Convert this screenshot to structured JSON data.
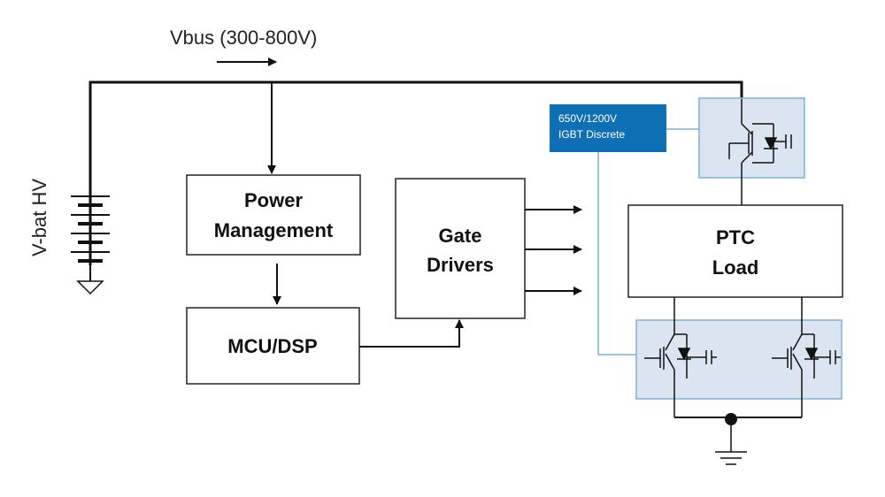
{
  "vbus_label": "Vbus (300-800V)",
  "battery_label": "V-bat HV",
  "blocks": {
    "power_management": [
      "Power",
      "Management"
    ],
    "mcu_dsp": "MCU/DSP",
    "gate_drivers": [
      "Gate",
      "Drivers"
    ],
    "ptc_load": [
      "PTC",
      "Load"
    ]
  },
  "callout": [
    "650V/1200V",
    "IGBT Discrete"
  ],
  "colors": {
    "igbt_fill": "#dbe5f1",
    "igbt_border": "#7fb2d6",
    "callout_fill": "#0f6fb5"
  }
}
